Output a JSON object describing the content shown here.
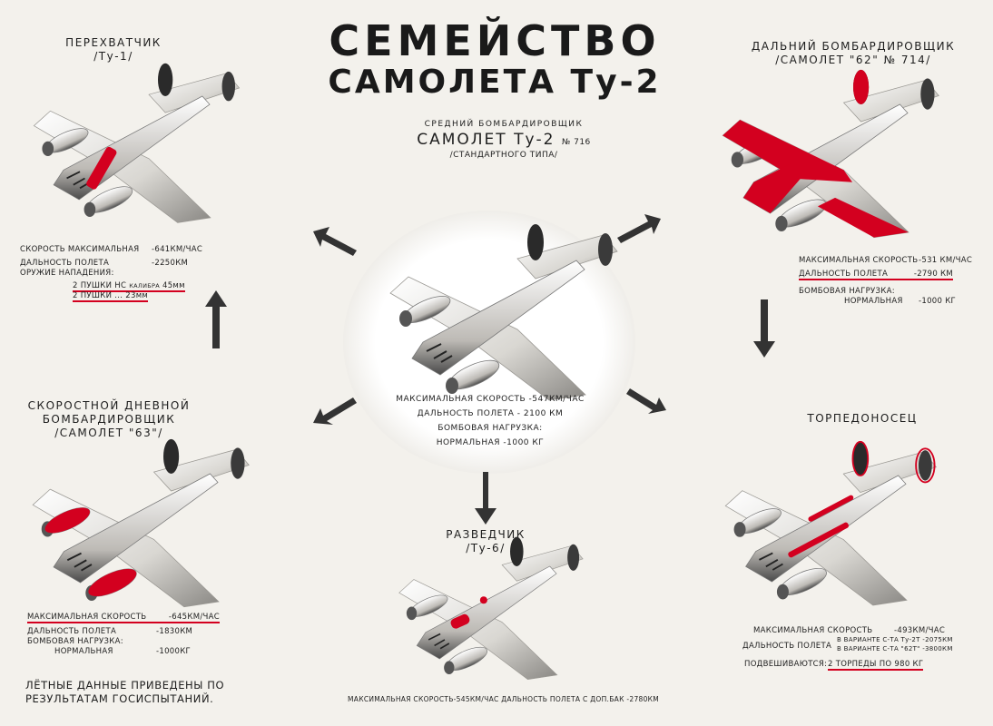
{
  "title": {
    "line1": "СЕМЕЙСТВО",
    "line2": "САМОЛЕТА Ту-2"
  },
  "colors": {
    "ink": "#1e1e1e",
    "accent_red": "#d3001f",
    "paper": "#f3f1ec"
  },
  "center": {
    "caption1": "СРЕДНИЙ БОМБАРДИРОВЩИК",
    "caption2": "САМОЛЕТ Ту-2",
    "number": "№ 716",
    "caption3": "/СТАНДАРТНОГО ТИПА/",
    "stat1": "МАКСИМАЛЬНАЯ СКОРОСТЬ -547КМ/ЧАС",
    "stat2": "ДАЛЬНОСТЬ ПОЛЕТА - 2100 КМ",
    "stat3": "БОМБОВАЯ НАГРУЗКА:",
    "stat4": "НОРМАЛЬНАЯ -1000 КГ"
  },
  "interceptor": {
    "name": "ПЕРЕХВАТЧИК",
    "model": "/Ту-1/",
    "speed_label": "СКОРОСТЬ МАКСИМАЛЬНАЯ",
    "speed_value": "-641КМ/ЧАС",
    "range_label": "ДАЛЬНОСТЬ ПОЛЕТА",
    "range_value": "-2250КМ",
    "arms_label": "ОРУЖИЕ НАПАДЕНИЯ:",
    "arm1_label": "2 ПУШКИ НС",
    "arm1_mid": "КАЛИБРА",
    "arm1_value": "45мм",
    "arm2_label": "2 ПУШКИ",
    "arm2_value": "23мм"
  },
  "long_range": {
    "name": "ДАЛЬНИЙ БОМБАРДИРОВЩИК",
    "model": "/САМОЛЕТ \"62\" № 714/",
    "speed_label": "МАКСИМАЛЬНАЯ СКОРОСТЬ",
    "speed_value": "-531 КМ/ЧАС",
    "range_label": "ДАЛЬНОСТЬ ПОЛЕТА",
    "range_value": "-2790 КМ",
    "bomb_label": "БОМБОВАЯ НАГРУЗКА:",
    "bomb_sub": "НОРМАЛЬНАЯ",
    "bomb_value": "-1000 КГ"
  },
  "fast_day": {
    "name1": "СКОРОСТНОЙ ДНЕВНОЙ",
    "name2": "БОМБАРДИРОВЩИК",
    "model": "/САМОЛЕТ \"63\"/",
    "speed_label": "МАКСИМАЛЬНАЯ СКОРОСТЬ",
    "speed_value": "-645КМ/ЧАС",
    "range_label": "ДАЛЬНОСТЬ ПОЛЕТА",
    "range_value": "-1830КМ",
    "bomb_label": "БОМБОВАЯ НАГРУЗКА:",
    "bomb_sub": "НОРМАЛЬНАЯ",
    "bomb_value": "-1000КГ"
  },
  "recon": {
    "name": "РАЗВЕДЧИК",
    "model": "/Ту-6/",
    "stat": "МАКСИМАЛЬНАЯ СКОРОСТЬ-545КМ/ЧАС  ДАЛЬНОСТЬ ПОЛЕТА С ДОП.БАК -2780КМ"
  },
  "torpedo": {
    "name": "ТОРПЕДОНОСЕЦ",
    "speed_label": "МАКСИМАЛЬНАЯ СКОРОСТЬ",
    "speed_value": "-493КМ/ЧАС",
    "range_label": "ДАЛЬНОСТЬ ПОЛЕТА",
    "range_v1_label": "В ВАРИАНТЕ С-ТА Ту-2Т",
    "range_v1_value": "-2075КМ",
    "range_v2_label": "В ВАРИАНТЕ С-ТА \"62Т\"",
    "range_v2_value": "-3800КМ",
    "load_label": "ПОДВЕШИВАЮТСЯ:",
    "load_value": "2 ТОРПЕДЫ ПО 980 КГ"
  },
  "footnote": {
    "line1": "ЛЁТНЫЕ ДАННЫЕ ПРИВЕДЕНЫ ПО",
    "line2": "РЕЗУЛЬТАТАМ ГОСИСПЫТАНИЙ."
  }
}
